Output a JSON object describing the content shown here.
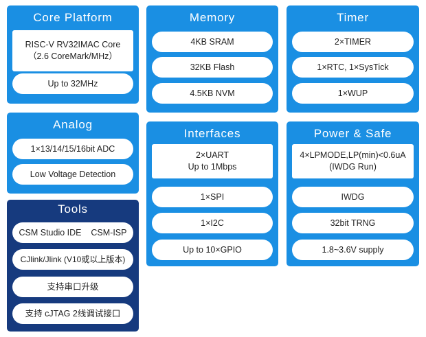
{
  "panels": {
    "core": {
      "title": "Core Platform",
      "items": [
        "RISC-V RV32IMAC Core\n（2.6 CoreMark/MHz）",
        "Up to 32MHz"
      ]
    },
    "memory": {
      "title": "Memory",
      "items": [
        "4KB SRAM",
        "32KB Flash",
        "4.5KB NVM"
      ]
    },
    "timer": {
      "title": "Timer",
      "items": [
        "2×TIMER",
        "1×RTC, 1×SysTick",
        "1×WUP"
      ]
    },
    "analog": {
      "title": "Analog",
      "items": [
        "1×13/14/15/16bit ADC",
        "Low Voltage Detection"
      ]
    },
    "interfaces": {
      "title": "Interfaces",
      "items": [
        "2×UART\nUp to 1Mbps",
        "1×SPI",
        "1×I2C",
        "Up to 10×GPIO"
      ]
    },
    "power": {
      "title": "Power & Safe",
      "items": [
        "4×LPMODE,LP(min)<0.6uA\n(IWDG Run)",
        "IWDG",
        "32bit TRNG",
        "1.8~3.6V supply"
      ]
    },
    "tools": {
      "title": "Tools",
      "items": [
        "CSM Studio IDE    CSM-ISP",
        "CJlink/Jlink (V10或以上版本)",
        "支持串口升级",
        "支持 cJTAG 2线调试接口"
      ]
    }
  },
  "colors": {
    "panel_blue": "#1a8fe3",
    "panel_navy": "#163a7e",
    "item_bg": "#ffffff"
  }
}
